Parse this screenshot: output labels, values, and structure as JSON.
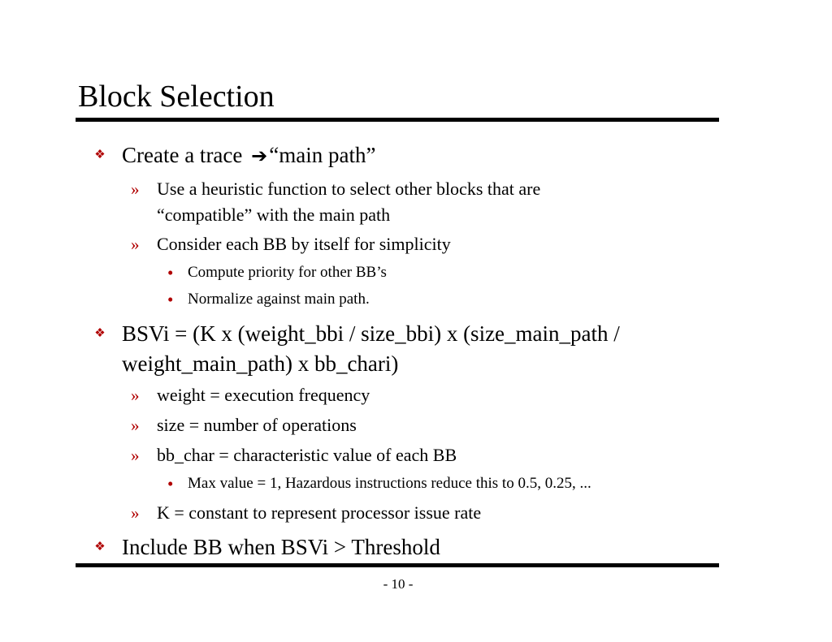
{
  "slide": {
    "title": "Block Selection",
    "page_number": "- 10 -"
  },
  "markers": {
    "level1": "❖",
    "level2": "»",
    "level3": "•"
  },
  "bullets": {
    "b1": {
      "text_before": "Create a trace ",
      "arrow": "➔",
      "text_after": "“main path”",
      "sub1_line1": "Use a heuristic function to select other blocks that are",
      "sub1_line2": "“compatible” with the main path",
      "sub2": "Consider each BB by itself for simplicity",
      "sub2_item1": "Compute priority for other BB’s",
      "sub2_item2": "Normalize against main path."
    },
    "b2": {
      "line1": "BSVi = (K x (weight_bbi / size_bbi) x (size_main_path /",
      "line2": "weight_main_path) x bb_chari)",
      "sub1": "weight = execution frequency",
      "sub2": "size = number of operations",
      "sub3": "bb_char = characteristic value of each BB",
      "sub3_item1": "Max value = 1,  Hazardous instructions reduce this to 0.5, 0.25, ...",
      "sub4": "K = constant to represent processor issue rate"
    },
    "b3": {
      "text": "Include BB when BSVi > Threshold"
    }
  },
  "colors": {
    "bullet_marker": "#b00000",
    "rule": "#000000",
    "text": "#000000"
  }
}
